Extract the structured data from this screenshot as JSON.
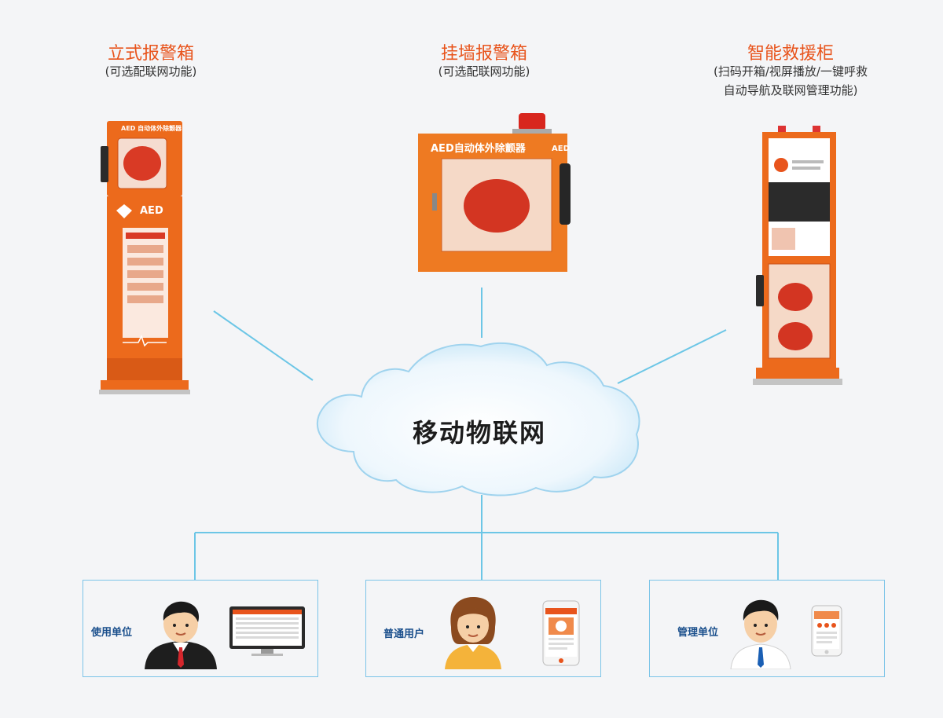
{
  "devices": [
    {
      "title": "立式报警箱",
      "subtitle_lines": [
        "(可选配联网功能)"
      ]
    },
    {
      "title": "挂墙报警箱",
      "subtitle_lines": [
        "(可选配联网功能)"
      ]
    },
    {
      "title": "智能救援柜",
      "subtitle_lines": [
        "(扫码开箱/视屏播放/一键呼救",
        "自动导航及联网管理功能)"
      ]
    }
  ],
  "cloud": {
    "label": "移动物联网"
  },
  "users": [
    {
      "label": "使用单位"
    },
    {
      "label": "普通用户"
    },
    {
      "label": "管理单位"
    }
  ],
  "device_text": {
    "stand_label": "AED 自动体外除颤器",
    "stand_logo": "AED",
    "wall_label": "AED自动体外除颤器",
    "wall_side": "AED"
  },
  "colors": {
    "accent": "#e8541c",
    "line": "#6cc6e6",
    "box_border": "#7cc4e8",
    "user_label": "#1a4f8c",
    "device_orange": "#ec6a1c"
  }
}
